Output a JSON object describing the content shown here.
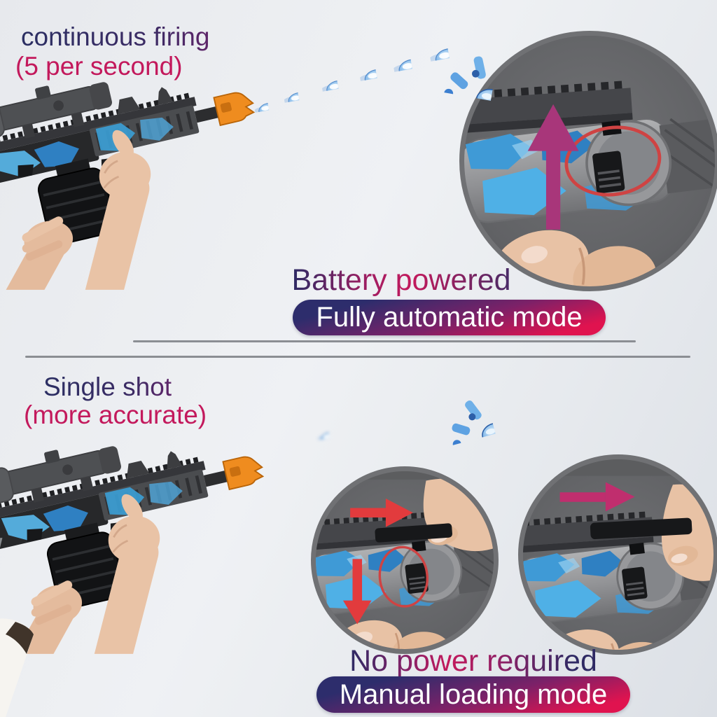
{
  "colors": {
    "navy_text": "#2c2a62",
    "crimson_text": "#c3195c",
    "badge_navy": "#2d2d6c",
    "badge_crimson": "#e0134f",
    "badge_text": "#ffffff",
    "arrow_magenta": "#a8367a",
    "arrow_red": "#e23b3d",
    "highlight_red": "#cf4343",
    "muzzle_orange": "#ef8c1f",
    "camo_blue": "#3f9ad6",
    "bead_blue": "#6fa9e2",
    "divider_gray": "#8b8e93",
    "inset_rim_gray": "#707174",
    "skin": "#e8c2a5"
  },
  "sections": [
    {
      "caption_line1": "continuous firing",
      "caption_line2": "(5 per second)",
      "heading": "Battery powered",
      "badge": "Fully automatic mode"
    },
    {
      "caption_line1": "Single shot",
      "caption_line2": "(more accurate)",
      "heading": "No power required",
      "badge": "Manual loading mode"
    }
  ]
}
